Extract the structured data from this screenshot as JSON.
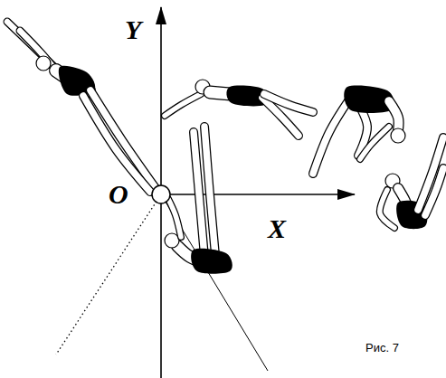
{
  "diagram": {
    "caption": "Рис. 7",
    "labels": [
      "Y",
      "O",
      "X"
    ]
  }
}
